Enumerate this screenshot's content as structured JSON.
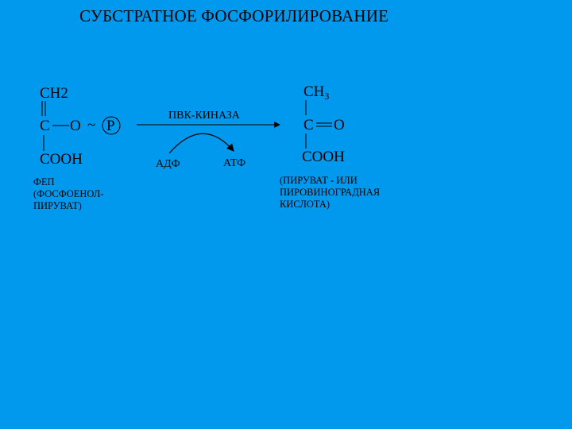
{
  "title": "СУБСТРАТНОЕ ФОСФОРИЛИРОВАНИЕ",
  "substrate": {
    "ch2": "CH2",
    "c": "C",
    "o": "O",
    "tilde": "~",
    "p": "P",
    "cooh": "COOH",
    "name": "ФЕП\n(ФОСФОЕНОЛ-\nПИРУВАТ)"
  },
  "enzyme": {
    "label": "ПВК-КИНАЗА",
    "adp": "АДФ",
    "atp": "АТФ"
  },
  "product": {
    "ch": "CH",
    "sub3": "3",
    "c": "C",
    "o": "O",
    "cooh": "COOH",
    "name": "(ПИРУВАТ - ИЛИ\nПИРОВИНОГРАДНАЯ\nКИСЛОТА)"
  }
}
